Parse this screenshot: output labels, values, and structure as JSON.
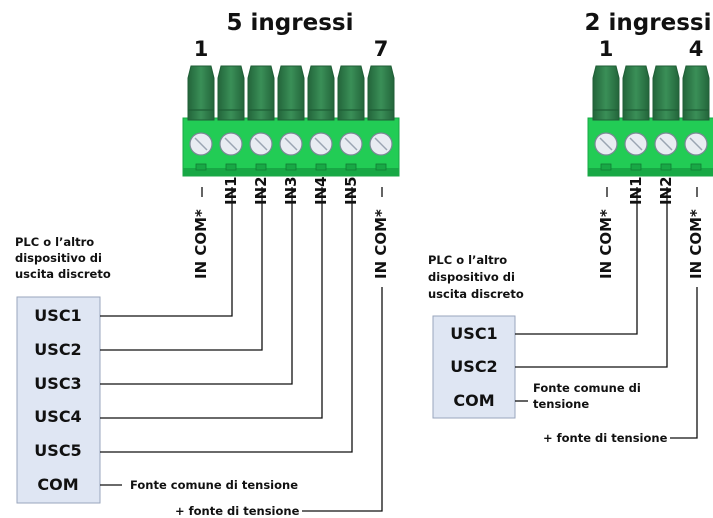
{
  "left": {
    "title": "5 ingressi",
    "first_pin_number": "1",
    "last_pin_number": "7",
    "pin_labels": [
      "IN COM*",
      "IN1",
      "IN2",
      "IN3",
      "IN4",
      "IN5",
      "IN COM*"
    ],
    "device_title": [
      "PLC o l’altro",
      "dispositivo di",
      "uscita discreto"
    ],
    "outputs": [
      "USC1",
      "USC2",
      "USC3",
      "USC4",
      "USC5",
      "COM"
    ],
    "common_source_note": "Fonte comune di tensione",
    "plus_source_note": "+ fonte di tensione"
  },
  "right": {
    "title": "2 ingressi",
    "first_pin_number": "1",
    "last_pin_number": "4",
    "pin_labels": [
      "IN COM*",
      "IN1",
      "IN2",
      "IN COM*"
    ],
    "device_title": [
      "PLC o l’altro",
      "dispositivo di",
      "uscita discreto"
    ],
    "outputs": [
      "USC1",
      "USC2",
      "COM"
    ],
    "common_source_note": [
      "Fonte comune di",
      "tensione"
    ],
    "plus_source_note": "+ fonte di tensione"
  },
  "colors": {
    "connector_top": "#2e7d4a",
    "connector_top_dark": "#1f5e36",
    "connector_body": "#22cc55",
    "connector_body_dark": "#18a845",
    "screw": "#e8ecf2",
    "device_box": "#dfe6f3",
    "device_border": "#9aa6bd"
  },
  "icons": [
    "terminal-block-connector",
    "screw-terminal"
  ]
}
